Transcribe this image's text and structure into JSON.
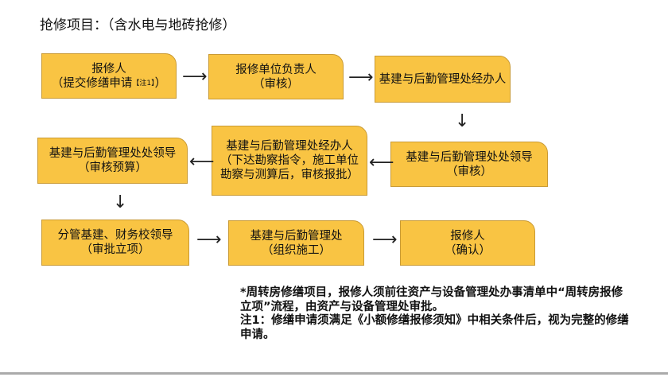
{
  "title": "抢修项目：（含水电与地砖抢修）",
  "boxes": [
    {
      "line1": "报修人",
      "line2": "（提交修缮申请",
      "sup": "【注1】",
      "close": "）"
    },
    {
      "line1": "报修单位负责人",
      "line2": "（审核）"
    },
    {
      "line1": "基建与后勤管理处经办人"
    },
    {
      "line1": "基建与后勤管理处处领导",
      "line2": "（审核预算）"
    },
    {
      "line1": "基建与后勤管理处经办人",
      "line2": "（下达勘察指令，施工单位",
      "line3": "勘察与测算后，审核报批）"
    },
    {
      "line1": "基建与后勤管理处处领导",
      "line2": "（审核）"
    },
    {
      "line1": "分管基建、财务校领导",
      "line2": "（审批立项）"
    },
    {
      "line1": "基建与后勤管理处",
      "line2": "（组织施工）"
    },
    {
      "line1": "报修人",
      "line2": "（确认）"
    }
  ],
  "arrows": {
    "right": "⟶",
    "left": "⟵",
    "down": "↓"
  },
  "notes": {
    "line1": "*周转房修缮项目，报修人须前往资产与设备管理处办事清单中“周转房报修立项”流程，由资产与设备管理处审批。",
    "line2": "注1：修缮申请须满足《小额修缮报修须知》中相关条件后，视为完整的修缮申请。"
  }
}
